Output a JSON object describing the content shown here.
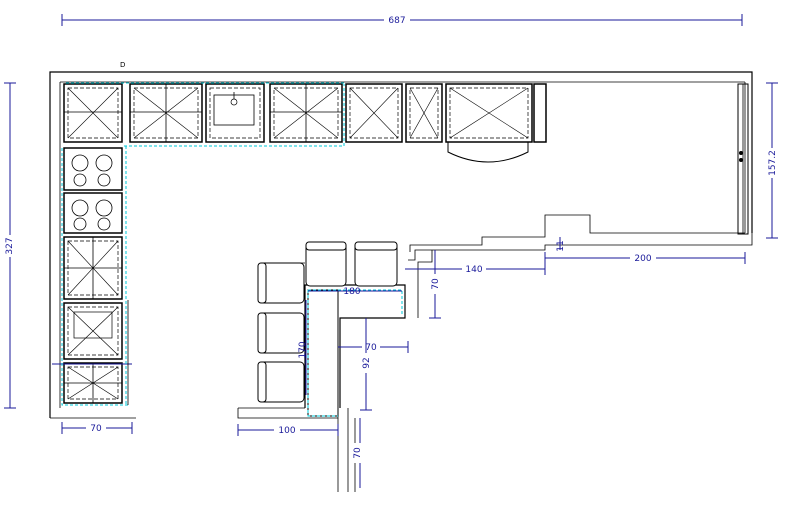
{
  "dimensions": {
    "total_width": "687",
    "total_height": "327",
    "right_wall": "157.2",
    "left_cabinet_depth": "70",
    "island_depth": "100",
    "lower_passage": "70",
    "island_width": "70",
    "island_length": "92",
    "step_height": "70",
    "step_width": "140",
    "right_run": "200",
    "island_top": "180",
    "island_side": "170",
    "small_a": "11",
    "marker": "D"
  }
}
